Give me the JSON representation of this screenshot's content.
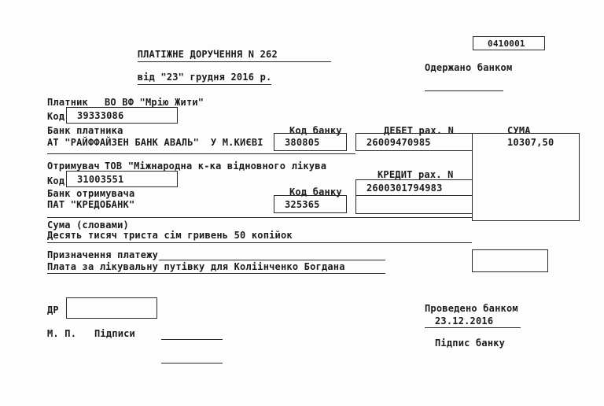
{
  "document": {
    "title": "ПЛАТІЖНЕ ДОРУЧЕННЯ N 262",
    "form_code": "0410001",
    "date_line": "від \"23\" грудня 2016 р.",
    "received_label": "Одержано банком",
    "payer": {
      "label": "Платник",
      "name": "ВО ВФ \"Мрію Жити\"",
      "code_label": "Код",
      "code": "39333086"
    },
    "payer_bank": {
      "section_label": "Банк платника",
      "name": "АТ \"РАЙФФАЙЗЕН БАНК АВАЛЬ\"  У М.КИЄВІ",
      "bank_code_label": "Код банку",
      "bank_code": "380805"
    },
    "debit": {
      "label": "ДЕБЕТ рах. N",
      "account": "26009470985"
    },
    "suma": {
      "label": "СУМА",
      "value": "10307,50"
    },
    "recipient": {
      "label": "Отримувач",
      "name": "ТОВ \"Міжнародна к-ка відновного лікува",
      "code_label": "Код",
      "code": "31003551"
    },
    "credit": {
      "label": "КРЕДИТ рах. N",
      "account": "2600301794983"
    },
    "recipient_bank": {
      "section_label": "Банк отримувача",
      "name": "ПАТ \"КРЕДОБАНК\"",
      "bank_code_label": "Код банку",
      "bank_code": "325365"
    },
    "amount_words": {
      "label": "Сума (словами)",
      "value": "Десять тисяч триста сім гривень 50 копійок"
    },
    "purpose": {
      "label": "Призначення платежу",
      "value": "Плата за лікувальну путівку для Коліінченко Богдана"
    },
    "dr_label": "ДР",
    "mp_label": "М. П.",
    "signatures_label": "Підписи",
    "bank_stamp": {
      "processed_label": "Проведено банком",
      "date": "23.12.2016",
      "signature_label": "Підпис банку"
    }
  }
}
